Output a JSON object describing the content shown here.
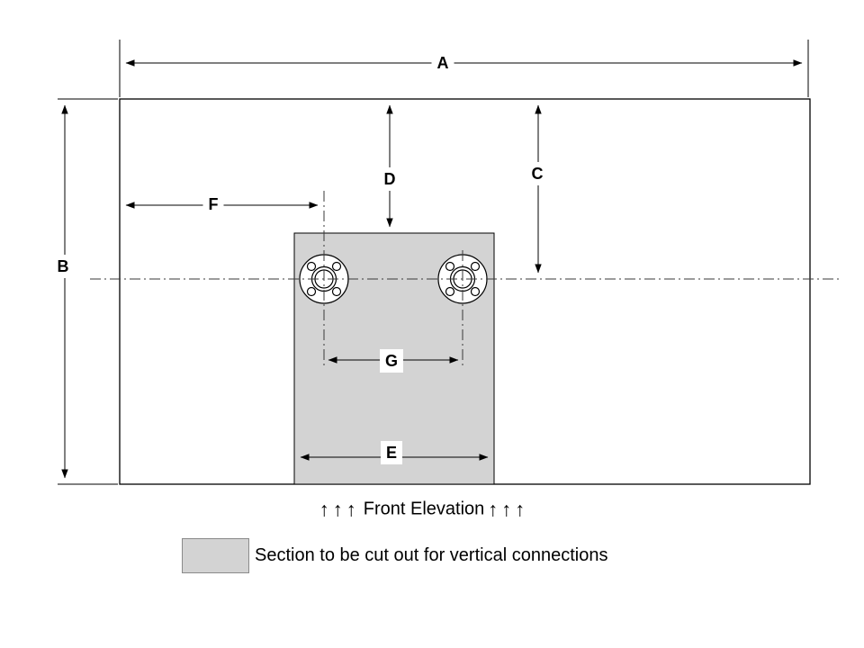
{
  "diagram": {
    "labels": {
      "A": "A",
      "B": "B",
      "C": "C",
      "D": "D",
      "E": "E",
      "F": "F",
      "G": "G"
    },
    "caption": {
      "arrows_left": "↑↑↑",
      "text": "Front Elevation",
      "arrows_right": "↑↑↑"
    },
    "legend": {
      "text": "Section  to be cut out for vertical connections"
    },
    "colors": {
      "section_fill": "#d3d3d3",
      "line": "#000000",
      "background": "#ffffff"
    }
  }
}
